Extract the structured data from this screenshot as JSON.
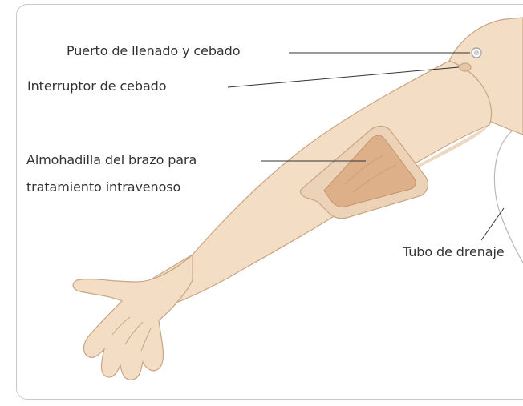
{
  "labels": {
    "fill_port": "Puerto de llenado y cebado",
    "priming_switch": "Interruptor de cebado",
    "iv_pad_line1": "Almohadilla del brazo para",
    "iv_pad_line2": "tratamiento intravenoso",
    "drain_tube": "Tubo de drenaje"
  },
  "colors": {
    "skin": "#f3ddc4",
    "skin_shadow": "#e6c7a6",
    "outline": "#c9a584",
    "pad": "#ddb08a",
    "pad_frame": "#ecd2b6",
    "leader_line": "#333333",
    "frame_border": "#c9c9c9"
  }
}
